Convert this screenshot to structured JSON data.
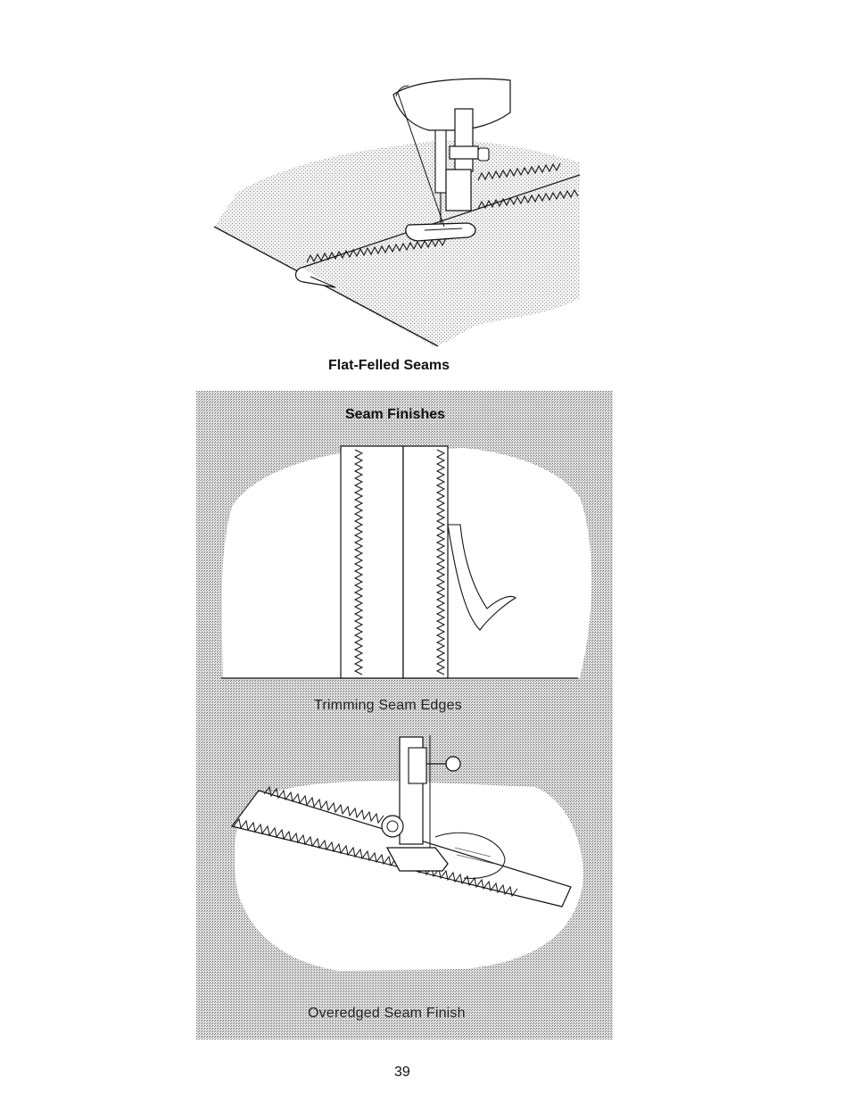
{
  "figures": {
    "top": {
      "caption": "Flat-Felled Seams",
      "icon": "sewing-presser-foot-icon"
    },
    "panel": {
      "heading": "Seam Finishes",
      "trimming_caption": "Trimming Seam Edges",
      "overedged_caption": "Overedged Seam Finish",
      "icon": "sewing-presser-foot-icon"
    }
  },
  "page_number": "39"
}
